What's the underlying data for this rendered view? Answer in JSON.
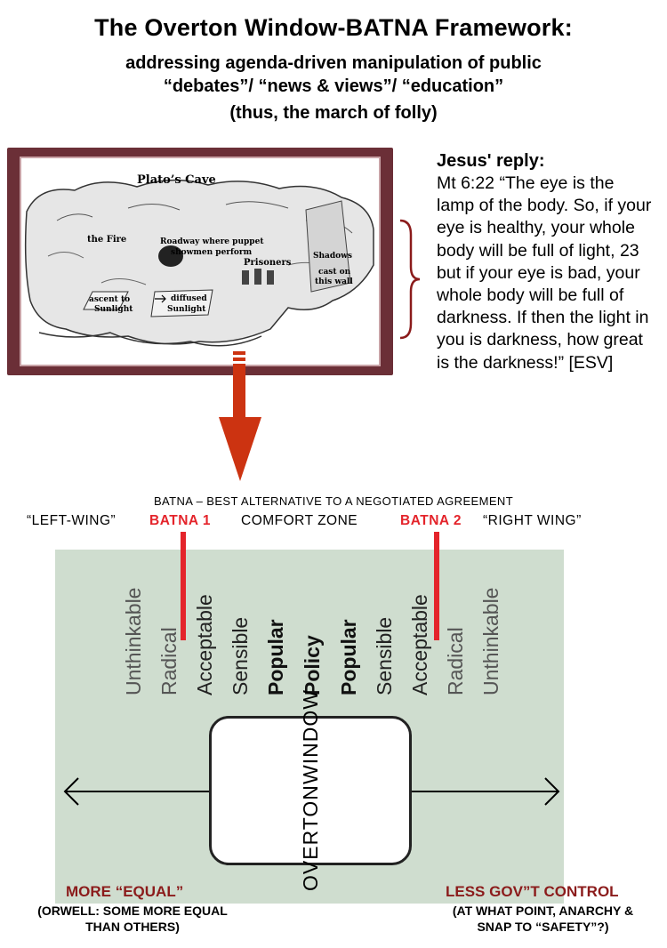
{
  "title": {
    "line1": "The Overton Window-BATNA Framework:",
    "line2": "addressing agenda-driven manipulation of public",
    "line3": "“debates”/ “news & views”/ “education”",
    "line4": "(thus, the march of folly)"
  },
  "cave": {
    "title": "Plato’s Cave",
    "fire": "the Fire",
    "roadway": "Roadway where puppet",
    "roadway2": "showmen perform",
    "prisoners": "Prisoners",
    "shadows1": "Shadows",
    "shadows2": "cast on",
    "shadows3": "this wall",
    "ascent1": "ascent to",
    "ascent2": "Sunlight",
    "diffused1": "diffused",
    "diffused2": "Sunlight"
  },
  "reply": {
    "heading": "Jesus' reply:",
    "text": "Mt 6:22 “The eye is the lamp of the body. So, if your eye is healthy, your whole body will be full of light, 23 but if your eye is bad, your whole body will be full of darkness. If then the light in you is darkness, how great is the darkness!” [ESV]"
  },
  "batna": {
    "definition": "BATNA – BEST ALTERNATIVE TO A NEGOTIATED AGREEMENT",
    "left_wing": "“LEFT-WING”",
    "batna1": "BATNA 1",
    "comfort_zone": "COMFORT ZONE",
    "batna2": "BATNA 2",
    "right_wing": "“RIGHT WING”"
  },
  "scale": [
    "Unthinkable",
    "Radical",
    "Acceptable",
    "Sensible",
    "Popular",
    "Policy",
    "Popular",
    "Sensible",
    "Acceptable",
    "Radical",
    "Unthinkable"
  ],
  "window": {
    "line1": "OVERTON",
    "line2": "WINDOW"
  },
  "footer": {
    "left_main": "MORE “EQUAL”",
    "left_sub1": "(ORWELL: SOME MORE EQUAL",
    "left_sub2": "THAN OTHERS)",
    "right_main": "LESS GOV”T CONTROL",
    "right_sub1": "(AT WHAT POINT, ANARCHY &",
    "right_sub2": "SNAP TO “SAFETY”?)"
  },
  "colors": {
    "accent_red": "#e4242b",
    "frame": "#6b2f37",
    "panel": "#cfddcf",
    "footer_red": "#8b1b1b"
  }
}
